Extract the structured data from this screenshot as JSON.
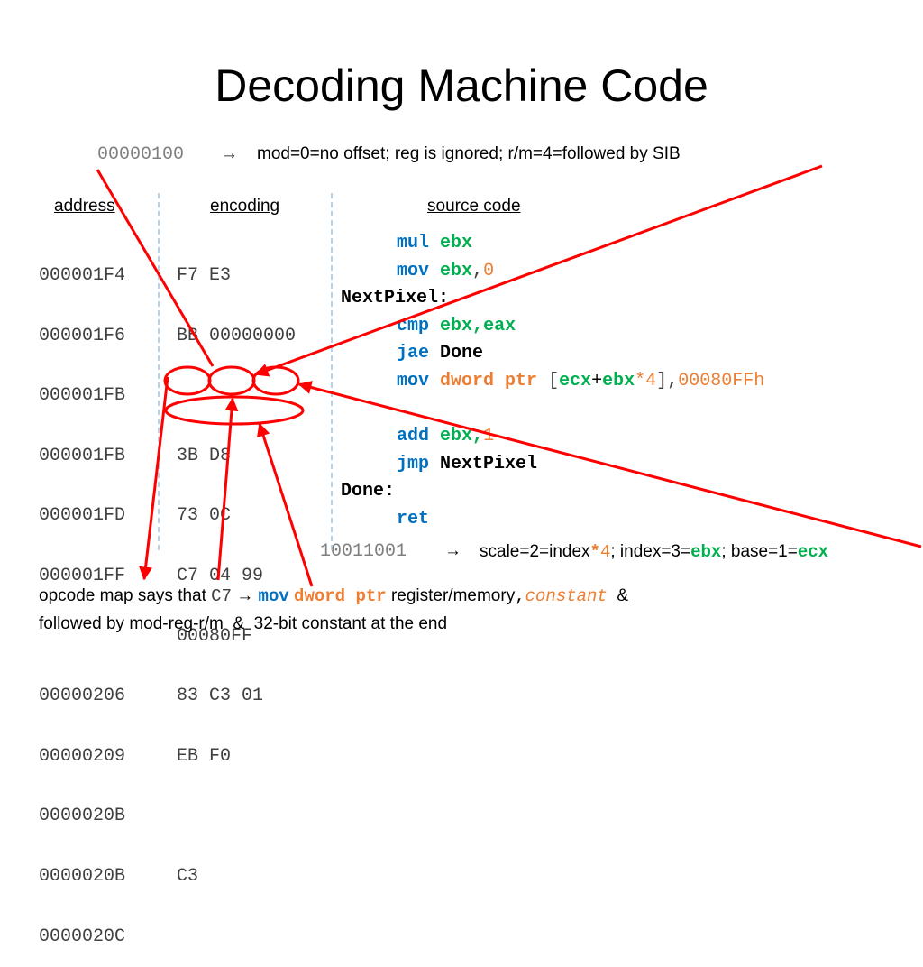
{
  "slide": {
    "title": "Decoding Machine Code"
  },
  "modrm_note": {
    "bits": "00000100",
    "arrow": "→",
    "text": "mod=0=no offset; reg is ignored; r/m=4=followed by SIB"
  },
  "headers": {
    "address": "address",
    "encoding": "encoding",
    "source": "source code"
  },
  "rows": [
    {
      "address": "000001F4",
      "encoding": "F7 E3"
    },
    {
      "address": "000001F6",
      "encoding": "BB 00000000"
    },
    {
      "address": "000001FB",
      "encoding": ""
    },
    {
      "address": "000001FB",
      "encoding": "3B D8"
    },
    {
      "address": "000001FD",
      "encoding": "73 0C"
    },
    {
      "address": "000001FF",
      "encoding": "C7 04 99"
    },
    {
      "address": "",
      "encoding": "00080FF"
    },
    {
      "address": "00000206",
      "encoding": "83 C3 01"
    },
    {
      "address": "00000209",
      "encoding": "EB F0"
    },
    {
      "address": "0000020B",
      "encoding": ""
    },
    {
      "address": "0000020B",
      "encoding": "C3"
    },
    {
      "address": "0000020C",
      "encoding": ""
    }
  ],
  "source": {
    "l1_op": "mul",
    "l1_reg": "ebx",
    "l2_op": "mov",
    "l2_reg": "ebx",
    "l2_comma": ",",
    "l2_val": "0",
    "l3_label": "NextPixel:",
    "l4_op": "cmp",
    "l4_reg1": "ebx",
    "l4_comma": ",",
    "l4_reg2": "eax",
    "l5_op": "jae",
    "l5_target": "Done",
    "l6_op": "mov",
    "l6_size": "dword ptr",
    "l6_lb": "[",
    "l6_r1": "ecx",
    "l6_plus": "+",
    "l6_r2": "ebx",
    "l6_star": "*",
    "l6_scale": "4",
    "l6_rb": "]",
    "l6_comma": ",",
    "l6_val": "00080FFh",
    "l8_op": "add",
    "l8_reg": "ebx",
    "l8_comma": ",",
    "l8_val": "1",
    "l9_op": "jmp",
    "l9_target": "NextPixel",
    "l10_label": "Done:",
    "l11_op": "ret"
  },
  "sib_note": {
    "bits": "10011001",
    "arrow": "→",
    "t1": "scale=2=index",
    "star": "*",
    "four": "4",
    "t2": "; index=3=",
    "ebx": "ebx",
    "t3": "; base=1=",
    "ecx": "ecx"
  },
  "opcode_note": {
    "t1": "opcode map says that ",
    "c7": "C7",
    "arrow": "→",
    "mov": "mov",
    "dword": "dword ptr",
    "t2": "register/memory",
    "comma": ",",
    "constant": "constant",
    "amp": "&",
    "line2": "followed by mod-reg-r/m  &  32-bit constant at the end"
  },
  "colors": {
    "annotation_red": "#ff0000",
    "divider_blue": "#9dc3e6",
    "keyword_blue": "#0070c0",
    "register_green": "#00b050",
    "number_orange": "#ed7d31"
  }
}
